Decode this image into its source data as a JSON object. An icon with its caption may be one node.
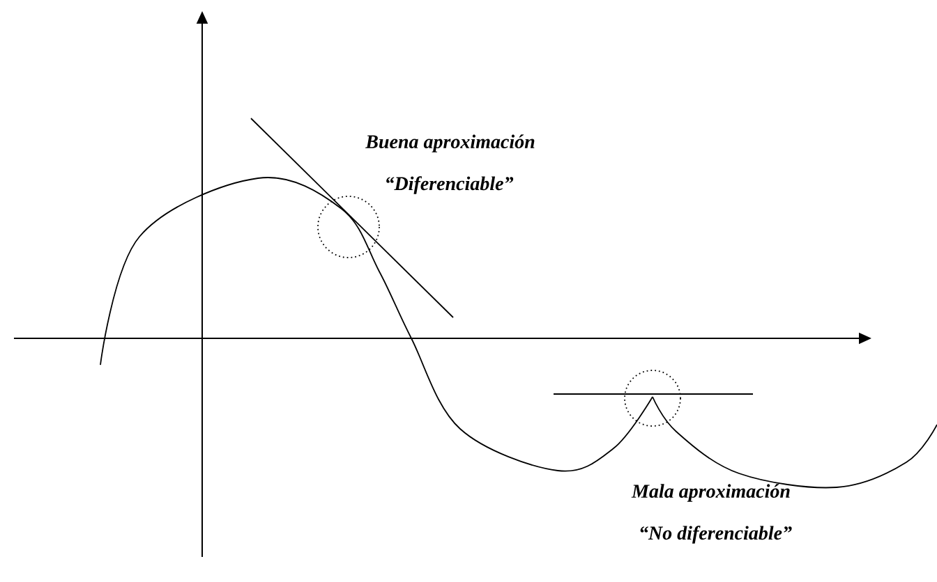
{
  "diagram": {
    "labels": [
      "Buena aproximación",
      "“Diferenciable”",
      "Mala aproximación",
      "“No diferenciable”"
    ]
  }
}
